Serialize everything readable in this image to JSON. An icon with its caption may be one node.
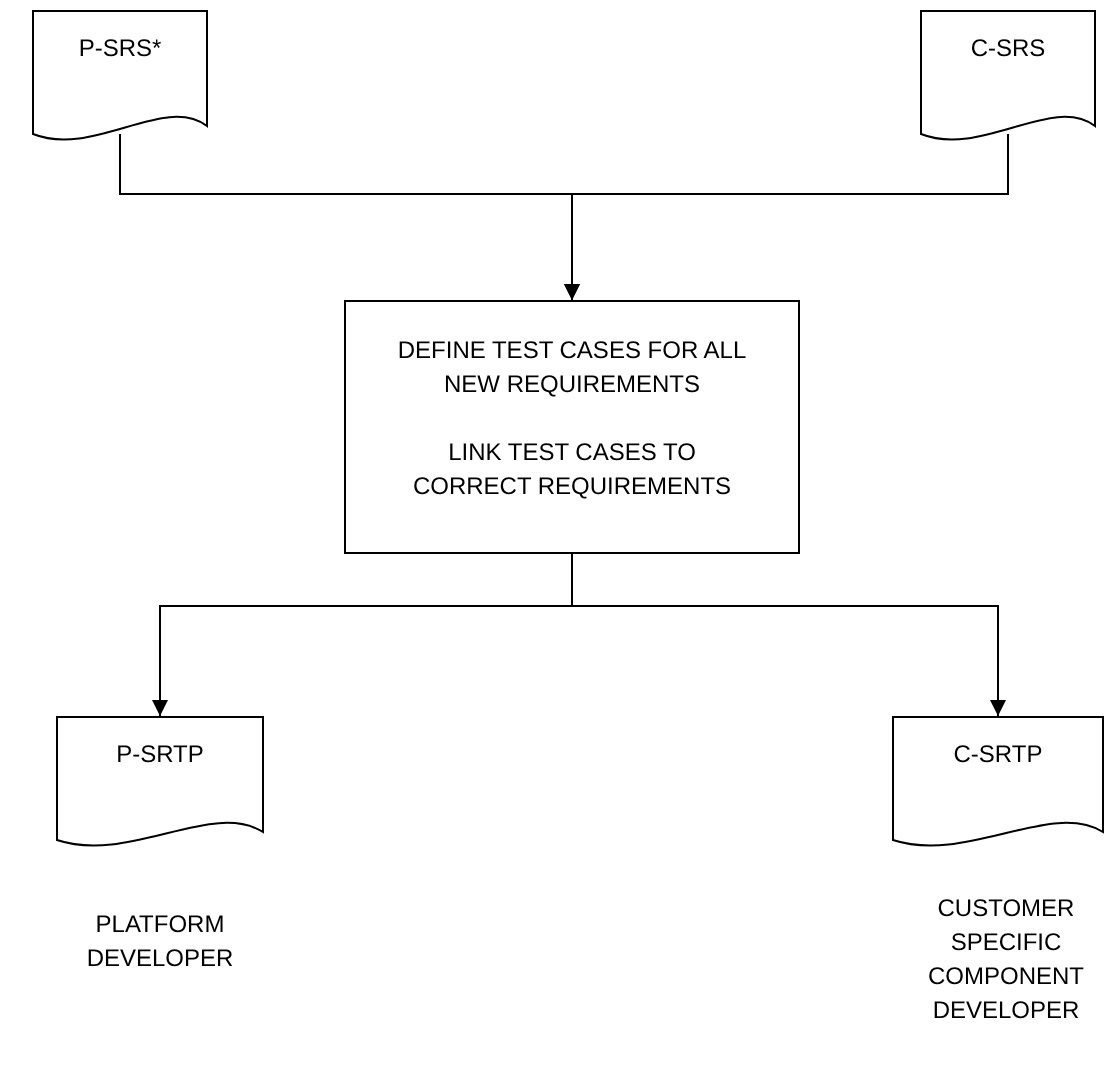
{
  "diagram": {
    "nodes": [
      {
        "text": [
          "P-SRS*"
        ]
      },
      {
        "text": [
          "C-SRS"
        ]
      },
      {
        "text": [
          "DEFINE TEST CASES FOR ALL NEW REQUIREMENTS",
          "LINK TEST CASES TO CORRECT REQUIREMENTS"
        ]
      },
      {
        "text": [
          "P-SRTP"
        ],
        "beside": [
          "PLATFORM DEVELOPER"
        ]
      },
      {
        "text": [
          "C-SRTP"
        ],
        "beside": [
          "CUSTOMER SPECIFIC COMPONENT DEVELOPER"
        ]
      }
    ],
    "edges": [
      {
        "from": 0,
        "to": 2,
        "arrow": "to"
      },
      {
        "from": 1,
        "to": 2,
        "arrow": "to"
      },
      {
        "from": 2,
        "to": 3,
        "arrow": "to"
      },
      {
        "from": 2,
        "to": 4,
        "arrow": "to"
      }
    ]
  }
}
